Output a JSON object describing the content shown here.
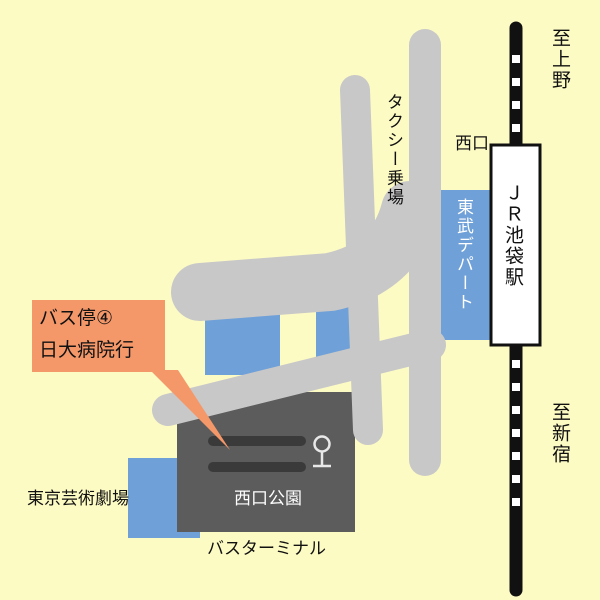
{
  "map": {
    "labels": {
      "to_ueno": "至上野",
      "to_shinjuku": "至新宿",
      "station": "ＪＲ池袋駅",
      "west_exit": "西口",
      "tobu_dept": "東武デパート",
      "taxi_stand": "タクシー乗場",
      "bus_stop": "バス停④",
      "bus_stop_dest": "日大病院行",
      "west_park": "西口公園",
      "theater": "東京芸術劇場",
      "bus_terminal": "バスターミナル"
    },
    "icons": {
      "bus_stop_marker": "bus-stop-pin-icon"
    },
    "colors": {
      "background": "#fdfbc4",
      "road": "#c8c8c8",
      "building": "#6fa0d8",
      "terminal": "#5c5c5c",
      "callout": "#f4986a",
      "rail": "#111111"
    }
  }
}
